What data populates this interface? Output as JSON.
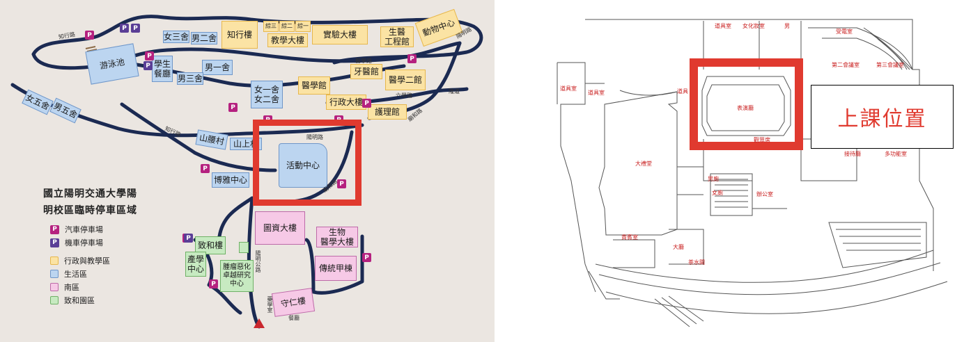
{
  "campus_map": {
    "title_line1": "國立陽明交通大學陽",
    "title_line2": "明校區臨時停車區域",
    "legend": [
      {
        "label": "汽車停車場",
        "type": "car-parking",
        "color": "#b5217f"
      },
      {
        "label": "機車停車場",
        "type": "motorcycle-parking",
        "color": "#5a3e96"
      },
      {
        "label": "行政與教學區",
        "type": "admin-zone",
        "color": "#fbe3a4"
      },
      {
        "label": "生活區",
        "type": "life-zone",
        "color": "#bcd5f0"
      },
      {
        "label": "南區",
        "type": "south-zone",
        "color": "#f6c9e6"
      },
      {
        "label": "致和園區",
        "type": "zhihe-zone",
        "color": "#c7eac1"
      }
    ],
    "parking_symbol": "P",
    "buildings": {
      "nv_san": "女三舍",
      "nan_er": "男二舍",
      "zhixing": "知行樓",
      "zong_san": "綜三",
      "zong_er": "綜二",
      "zong_yi": "綜一",
      "jiaoxue": "教學大樓",
      "shiyan": "實驗大樓",
      "shengyi": "生醫\n工程館",
      "dongwu": "動物中心",
      "youyong": "游泳池",
      "xuesheng": "學生\n餐廳",
      "nan_yi": "男一舍",
      "nan_san": "男三舍",
      "yaxue": "牙醫館",
      "yixue_er": "醫學二館",
      "nv_yi_er": "女一舍\n女二舍",
      "yixue": "醫學館",
      "nv_wu": "女五舍",
      "nan_wu": "男五舍",
      "xingzheng": "行政大樓",
      "huli": "護理館",
      "shanyao": "山腰村",
      "shanshang": "山上村",
      "huodong": "活動中心",
      "boya": "博雅中心",
      "tuzi": "圖資大樓",
      "shengwu": "生物\n醫學大樓",
      "zhihe": "致和樓",
      "chuanxue": "產學\n中心",
      "zhongliu": "腫瘤惡化\n卓越研究\n中心",
      "chuantong": "傳統甲棟",
      "shouren": "守仁樓",
      "shouren_sub": "餐廳",
      "ortho": "藥學室"
    },
    "roads": {
      "r1": "知行路",
      "r2": "陽明路",
      "r3": "醫學路",
      "r4": "六學路",
      "r5": "隆道",
      "r6": "廟和路",
      "r7": "知行路",
      "r8": "陽明路",
      "r9": "廟和路",
      "r10": "陽明公路"
    }
  },
  "floorplan": {
    "callout": "上課位置",
    "rooms": {
      "daojushi_top": "道具室",
      "nv_huazhuang": "女化妝室",
      "nan": "男",
      "shoudian": "受電室",
      "daojushi_left": "道具室",
      "daojushi_inner": "道具室",
      "daojuhua": "道具",
      "biaoyan": "表演廳",
      "dilitang": "大禮堂",
      "huiyi_two": "第二會議室",
      "huiyi_three": "第三會議室",
      "jiedai": "接待廳",
      "duogongneng": "多功能室",
      "guibin": "貴賓室",
      "dating": "大廳",
      "chashuijian": "茶水間",
      "bangongshi": "辦公室",
      "nanmian": "男廁",
      "nvce": "女廁",
      "guanzhongxi": "觀眾席"
    }
  }
}
